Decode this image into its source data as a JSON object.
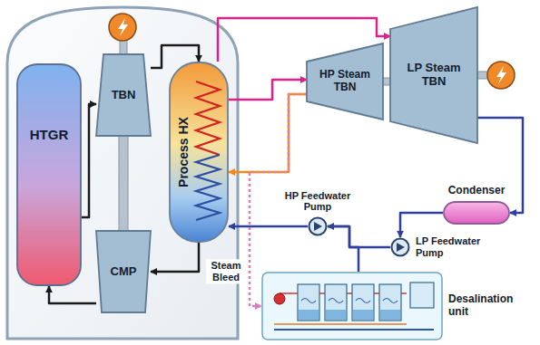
{
  "diagram": {
    "nodes": [
      {
        "text": [
          "HTGR"
        ]
      },
      {
        "text": [
          "TBN"
        ]
      },
      {
        "text": [
          "CMP"
        ]
      },
      {
        "text": [
          "Process HX"
        ]
      },
      {
        "text": [
          "HP Steam TBN"
        ]
      },
      {
        "text": [
          "LP Steam TBN"
        ]
      },
      {
        "text": [
          "Condenser"
        ]
      },
      {
        "text": [
          "HP Feedwater Pump"
        ]
      },
      {
        "text": [
          "LP Feedwater Pump"
        ]
      },
      {
        "text": [
          "Desalination unit"
        ]
      }
    ],
    "edges": [
      {
        "from": 0,
        "to": 1,
        "arrow": "to"
      },
      {
        "from": 1,
        "to": 3,
        "arrow": "to"
      },
      {
        "from": 3,
        "to": 2,
        "arrow": "to"
      },
      {
        "from": 2,
        "to": 0,
        "arrow": "to"
      },
      {
        "from": 3,
        "to": 4,
        "arrow": "to"
      },
      {
        "from": 4,
        "to": 3,
        "arrow": "to"
      },
      {
        "from": 3,
        "to": 5,
        "arrow": "to"
      },
      {
        "from": 5,
        "to": 6,
        "arrow": "to"
      },
      {
        "from": 6,
        "to": 8,
        "arrow": "to"
      },
      {
        "from": 8,
        "to": 7,
        "arrow": "to"
      },
      {
        "from": 7,
        "to": 3,
        "arrow": "to"
      },
      {
        "from": 4,
        "to": 9,
        "label": "Steam Bleed",
        "arrow": "to"
      },
      {
        "from": 9,
        "to": 7,
        "arrow": "none"
      }
    ]
  }
}
